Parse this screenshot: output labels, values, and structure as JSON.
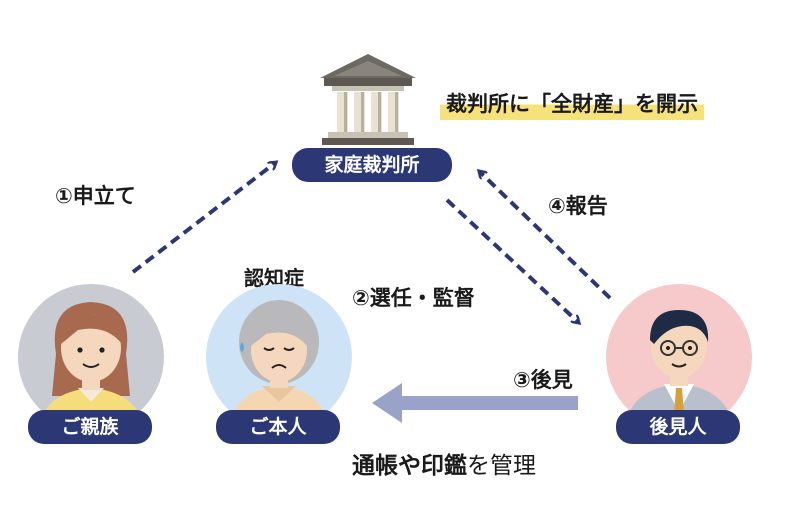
{
  "court": {
    "name": "家庭裁判所",
    "disclosure_note": "裁判所に「全財産」を開示"
  },
  "steps": {
    "petition": "①申立て",
    "appoint_supervise": "②選任・監督",
    "guardianship": "③後見",
    "report": "④報告"
  },
  "persons": {
    "relatives": "ご親族",
    "principal": "ご本人",
    "guardian": "後見人"
  },
  "condition_label": "認知症",
  "caption": {
    "bold_part": "通帳や印鑑",
    "normal_part": "を管理"
  },
  "colors": {
    "navy": "#2c3875",
    "highlight": "#f6e27a",
    "relatives_bg": "#c9cbd3",
    "principal_bg": "#cfe3f7",
    "guardian_bg": "#f6c9cb",
    "arrow_light": "#9aa2c9"
  }
}
